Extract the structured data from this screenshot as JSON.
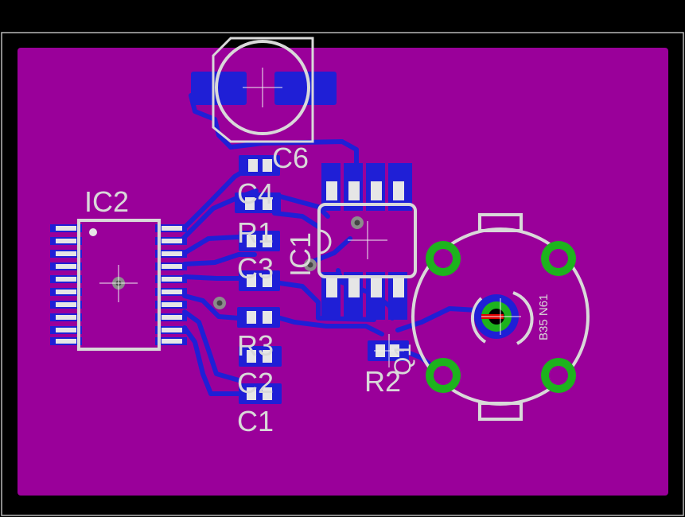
{
  "colors": {
    "background": "#000000",
    "board_outline": "#b8b8b8",
    "copper_fill": "#9a009a",
    "trace": "#1f1fd6",
    "silkscreen": "#d9d9d9",
    "via_ring": "#8c8c8c",
    "through_hole_pad": "#1db31d",
    "highlight": "#e00000"
  },
  "labels": {
    "ic2": "IC2",
    "c6": "C6",
    "c4": "C4",
    "r1": "R1",
    "c3": "C3",
    "ic1": "IC1",
    "r3": "R3",
    "c2": "C2",
    "c1": "C1",
    "r2": "R2",
    "q1": "Q1",
    "sensor": "B35 N61"
  }
}
